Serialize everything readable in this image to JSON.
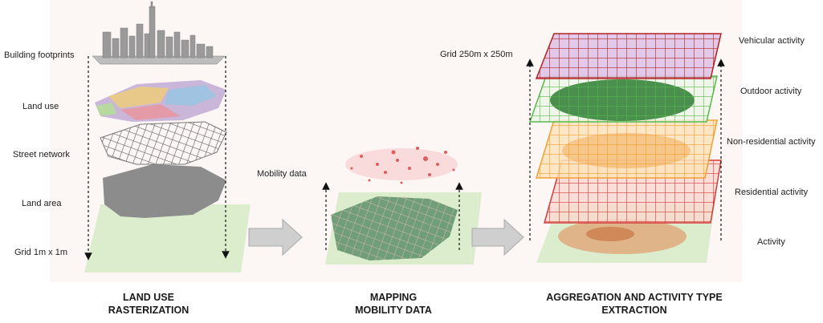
{
  "stage1": {
    "layers": [
      "Building footprints",
      "Land use",
      "Street network",
      "Land area",
      "Grid 1m x 1m"
    ],
    "caption_line1": "LAND USE",
    "caption_line2": "RASTERIZATION"
  },
  "stage2": {
    "label": "Mobility data",
    "caption_line1": "MAPPING",
    "caption_line2": "MOBILITY DATA"
  },
  "stage3": {
    "grid_label": "Grid 250m x 250m",
    "layers": [
      "Vehicular activity",
      "Outdoor activity",
      "Non-residential activity",
      "Residential activity",
      "Activity"
    ],
    "caption_line1": "AGGREGATION AND ACTIVITY TYPE",
    "caption_line2": "EXTRACTION"
  },
  "colors": {
    "grid_green": "#d8ecc9",
    "vehicular": "#b22222",
    "outdoor": "#2e8b3d",
    "non_residential": "#f0a030",
    "residential": "#d43a3a",
    "activity": "#c86a3a"
  }
}
